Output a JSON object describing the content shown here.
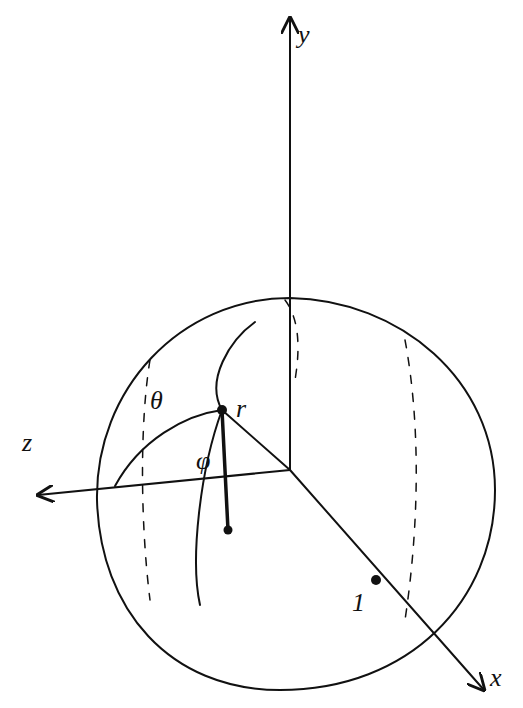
{
  "diagram": {
    "labels": [
      "y",
      "z",
      "x",
      "θ",
      "φ",
      "r",
      "1"
    ]
  }
}
